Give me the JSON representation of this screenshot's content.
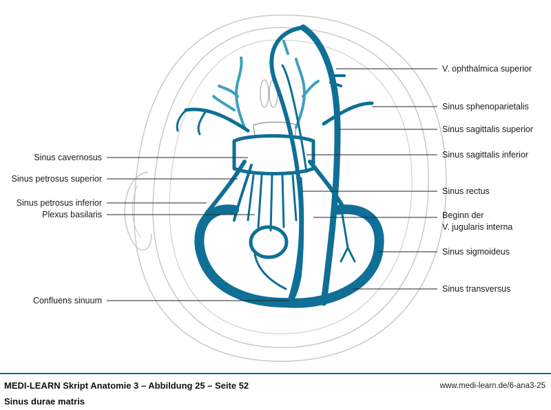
{
  "labels": {
    "left": {
      "cavernosus": "Sinus cavernosus",
      "petrosus_superior": "Sinus petrosus superior",
      "petrosus_inferior": "Sinus petrosus inferior",
      "plexus_basilaris": "Plexus basilaris",
      "confluens": "Confluens sinuum"
    },
    "right": {
      "ophthalmica": "V. ophthalmica superior",
      "sphenoparietalis": "Sinus sphenoparietalis",
      "sagittalis_superior": "Sinus sagittalis superior",
      "sagittalis_inferior": "Sinus sagittalis inferior",
      "rectus": "Sinus rectus",
      "jugularis_line1": "Beginn der",
      "jugularis_line2": "V. jugularis interna",
      "sigmoideus": "Sinus sigmoideus",
      "transversus": "Sinus transversus"
    }
  },
  "footer": {
    "title": "MEDI-LEARN Skript Anatomie 3 – Abbildung 25 – Seite 52",
    "url": "www.medi-learn.de/6-ana3-25",
    "subtitle": "Sinus durae matris"
  },
  "colors": {
    "vessel": "#0f6f96",
    "vessel_light": "#3f9fbd",
    "outline": "#c8c8c8",
    "accent_rule": "#0d6e99"
  }
}
